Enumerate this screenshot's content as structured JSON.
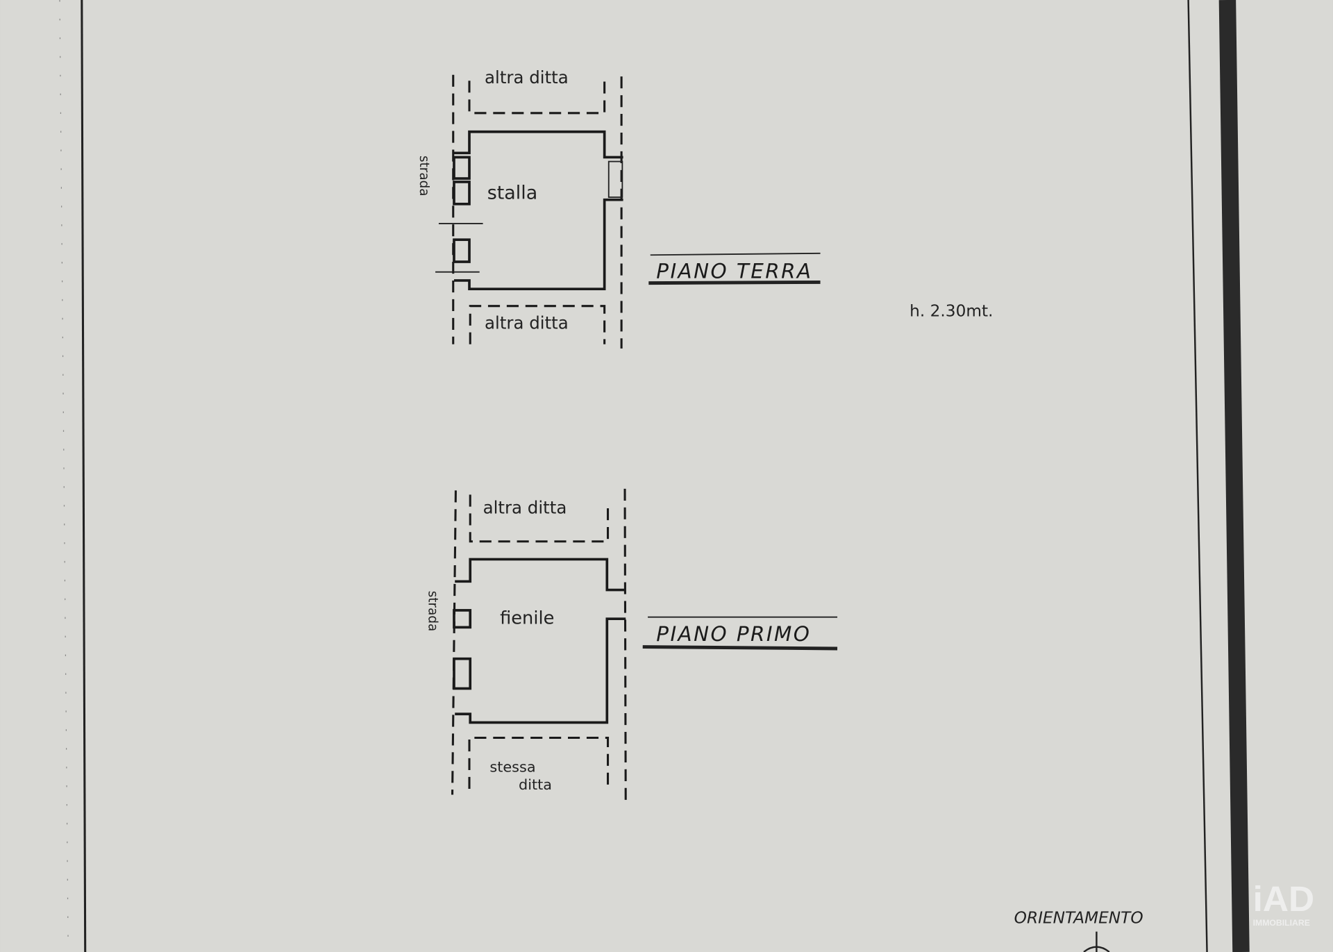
{
  "ground_floor": {
    "top_neighbor": "altra ditta",
    "room": "stalla",
    "street": "strada",
    "bottom_neighbor": "altra ditta",
    "title": "PIANO TERRA",
    "height_note": "h. 2.30mt."
  },
  "first_floor": {
    "top_neighbor": "altra ditta",
    "room": "fienile",
    "street": "strada",
    "bottom_neighbor_line1": "stessa",
    "bottom_neighbor_line2": "ditta",
    "title": "PIANO PRIMO"
  },
  "orientation_label": "ORIENTAMENTO",
  "watermark": {
    "brand": "iAD",
    "subtitle": "IMMOBILIARE"
  },
  "colors": {
    "paper": "#d8d8d4",
    "ink": "#1a1a1a"
  }
}
